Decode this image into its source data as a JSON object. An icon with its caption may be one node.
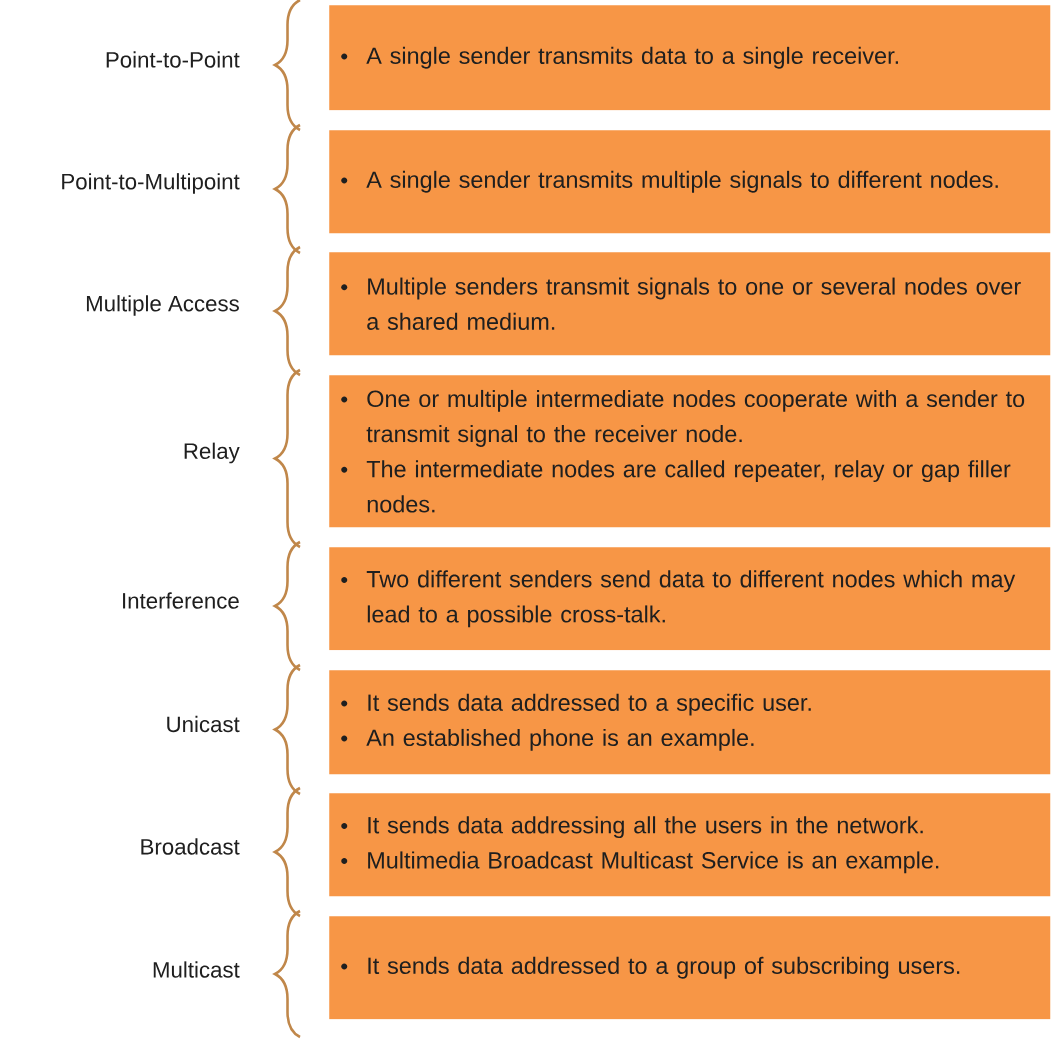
{
  "diagram": {
    "nodes": [
      {
        "text": [
          "A single sender transmits data to a single receiver."
        ]
      },
      {
        "text": [
          "A single sender transmits multiple signals to different nodes."
        ]
      },
      {
        "text": [
          "Multiple senders transmit signals to one or several nodes over a shared medium."
        ]
      },
      {
        "text": [
          "One or multiple intermediate nodes cooperate with a sender to transmit signal to the receiver node.",
          "The intermediate nodes are called repeater, relay or gap filler nodes."
        ]
      },
      {
        "text": [
          "Two different senders send data to different nodes which may lead to a possible cross-talk."
        ]
      },
      {
        "text": [
          "It sends data addressed to a specific user.",
          "An established phone is an example."
        ]
      },
      {
        "text": [
          "It sends data addressing all the users in the network.",
          "Multimedia Broadcast Multicast Service is an example."
        ]
      },
      {
        "text": [
          "It sends data addressed to a group of subscribing users."
        ]
      }
    ],
    "labels": [
      "Point-to-Point",
      "Point-to-Multipoint",
      "Multiple Access",
      "Relay",
      "Interference",
      "Unicast",
      "Broadcast",
      "Multicast"
    ]
  }
}
